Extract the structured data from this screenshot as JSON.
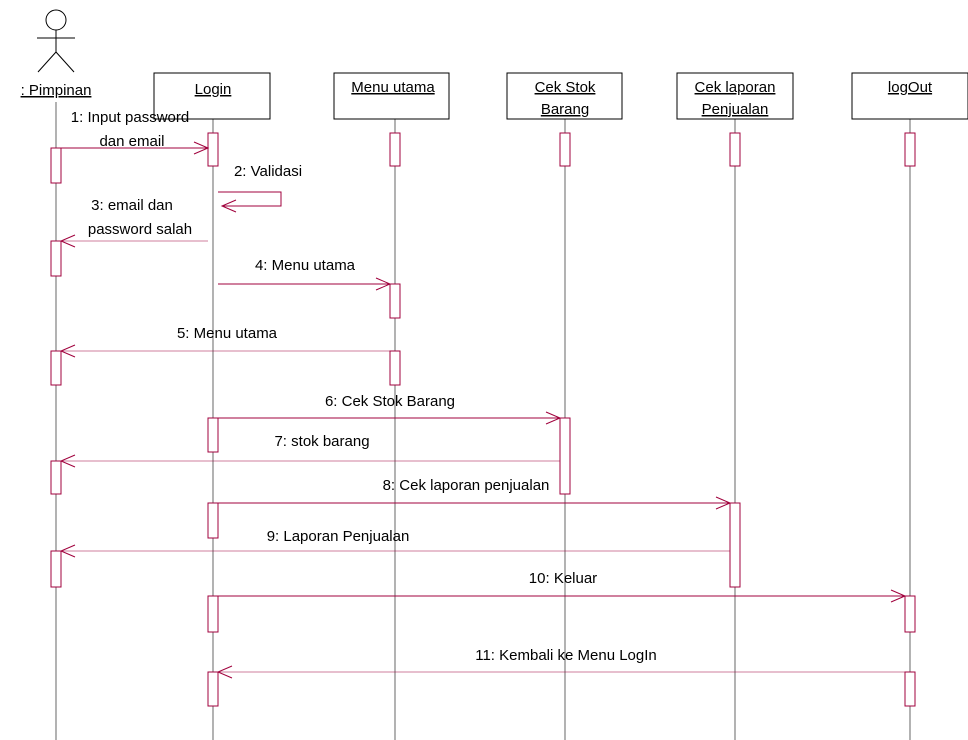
{
  "actor": {
    "label": ": Pimpinan"
  },
  "objects": [
    {
      "id": "login",
      "lines": [
        "Login"
      ]
    },
    {
      "id": "menu",
      "lines": [
        "Menu utama"
      ]
    },
    {
      "id": "stok",
      "lines": [
        "Cek Stok",
        "Barang"
      ]
    },
    {
      "id": "laporan",
      "lines": [
        "Cek laporan",
        "Penjualan"
      ]
    },
    {
      "id": "logout",
      "lines": [
        "logOut"
      ]
    }
  ],
  "messages": [
    {
      "num": 1,
      "lines": [
        "1: Input password",
        "dan email"
      ],
      "from": "actor",
      "to": "login",
      "kind": "call"
    },
    {
      "num": 2,
      "lines": [
        "2: Validasi"
      ],
      "from": "login",
      "to": "login",
      "kind": "self"
    },
    {
      "num": 3,
      "lines": [
        "3: email dan",
        "password salah"
      ],
      "from": "login",
      "to": "actor",
      "kind": "return"
    },
    {
      "num": 4,
      "lines": [
        "4: Menu utama"
      ],
      "from": "login",
      "to": "menu",
      "kind": "call"
    },
    {
      "num": 5,
      "lines": [
        "5: Menu utama"
      ],
      "from": "menu",
      "to": "actor",
      "kind": "return"
    },
    {
      "num": 6,
      "lines": [
        "6: Cek Stok Barang"
      ],
      "from": "login",
      "to": "stok",
      "kind": "call"
    },
    {
      "num": 7,
      "lines": [
        "7: stok barang"
      ],
      "from": "stok",
      "to": "actor",
      "kind": "return"
    },
    {
      "num": 8,
      "lines": [
        "8: Cek laporan penjualan"
      ],
      "from": "login",
      "to": "laporan",
      "kind": "call"
    },
    {
      "num": 9,
      "lines": [
        "9: Laporan Penjualan"
      ],
      "from": "laporan",
      "to": "actor",
      "kind": "return"
    },
    {
      "num": 10,
      "lines": [
        "10: Keluar"
      ],
      "from": "login",
      "to": "logout",
      "kind": "call"
    },
    {
      "num": 11,
      "lines": [
        "11: Kembali ke Menu LogIn"
      ],
      "from": "logout",
      "to": "login",
      "kind": "return"
    }
  ],
  "colors": {
    "message": "#a0003c",
    "line": "#000000",
    "background": "#ffffff"
  },
  "icons": {
    "actor": "stick-figure-icon"
  }
}
